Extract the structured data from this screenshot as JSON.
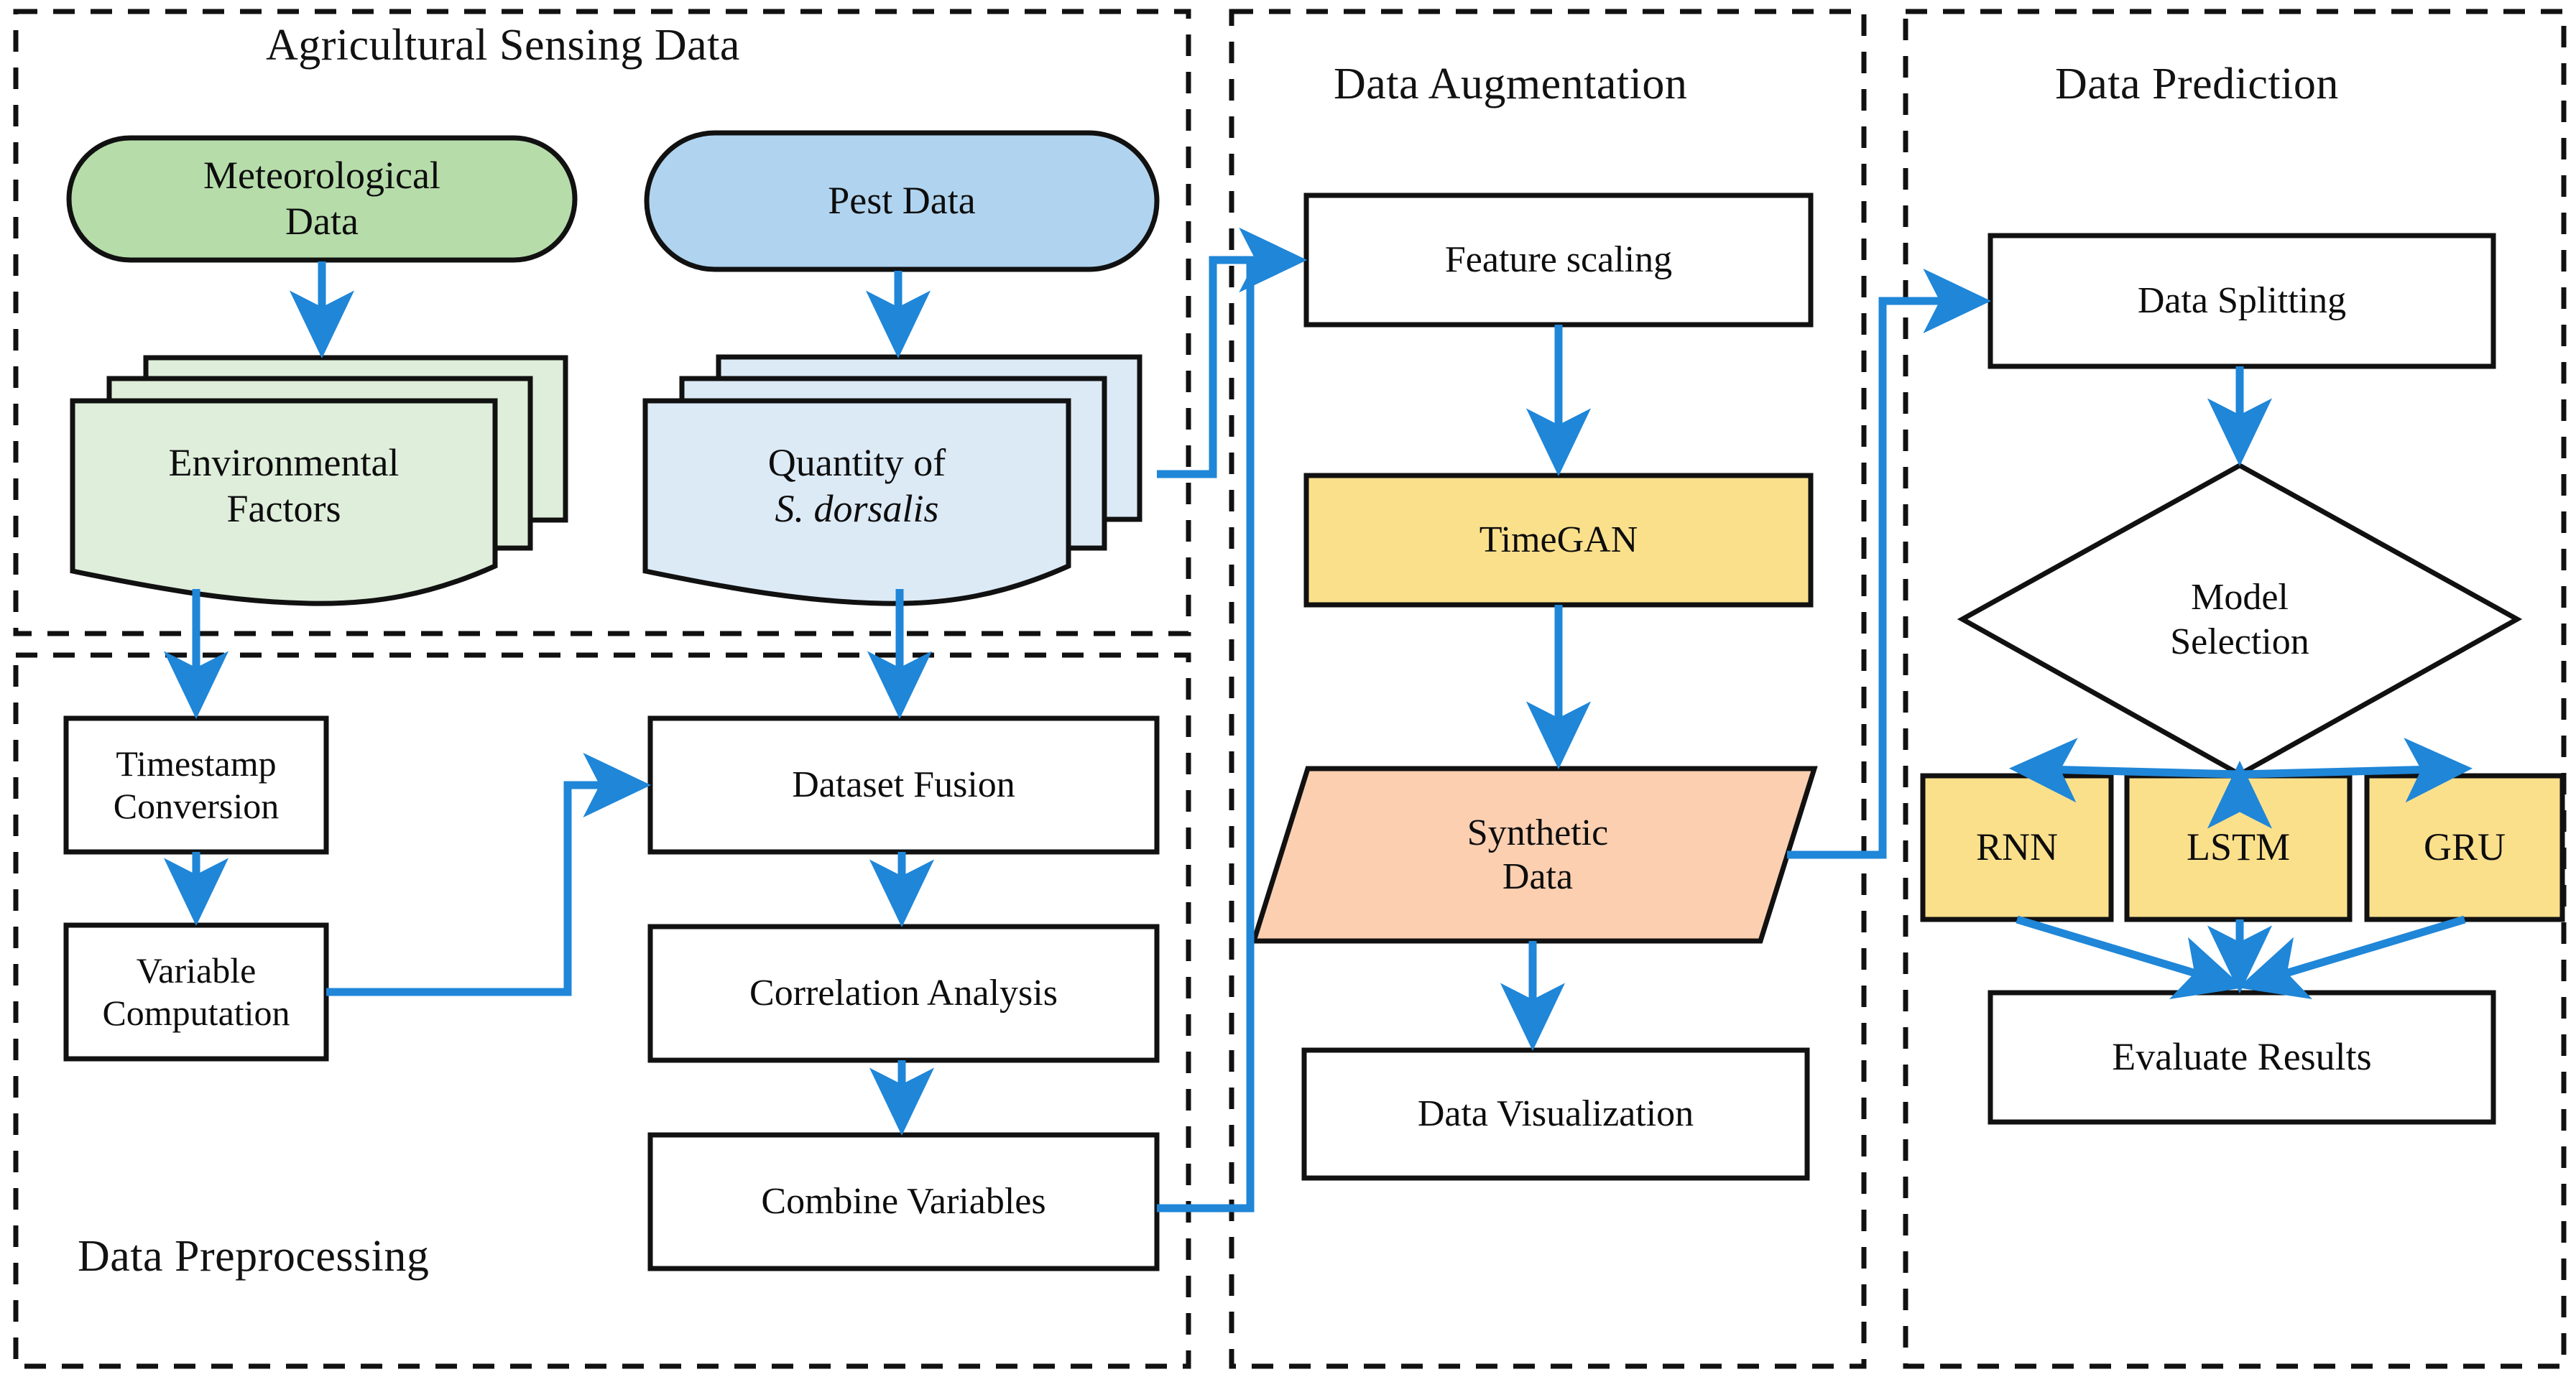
{
  "colors": {
    "arrow": "#1f86d8",
    "panel_border": "#111111",
    "shape_border": "#111111",
    "green_fill": "#b6dcaa",
    "green_doc_fill": "#dfeedb",
    "blue_fill": "#b0d4ef",
    "blue_doc_fill": "#dceaf6",
    "yellow_fill": "#fbe08c",
    "peach_fill": "#fbcfb0",
    "white_fill": "#ffffff",
    "text": "#0d0d0d"
  },
  "panels": [
    {
      "id": "agricultural-sensing-data",
      "title": "Agricultural Sensing Data"
    },
    {
      "id": "data-preprocessing",
      "title": "Data Preprocessing"
    },
    {
      "id": "data-augmentation",
      "title": "Data Augmentation"
    },
    {
      "id": "data-prediction",
      "title": "Data Prediction"
    }
  ],
  "nodes": {
    "meteorological_data": {
      "label": "Meteorological\nData",
      "shape": "stadium",
      "fill": "green"
    },
    "pest_data": {
      "label": "Pest Data",
      "shape": "stadium",
      "fill": "blue"
    },
    "environmental_factors": {
      "label": "Environmental\nFactors",
      "shape": "multidocument",
      "fill": "green"
    },
    "quantity_s_dorsalis": {
      "label_line1": "Quantity of",
      "label_line2": "S. dorsalis",
      "shape": "multidocument",
      "fill": "blue"
    },
    "timestamp_conversion": {
      "label": "Timestamp\nConversion",
      "shape": "process",
      "fill": "white"
    },
    "variable_computation": {
      "label": "Variable Computation",
      "shape": "process",
      "fill": "white"
    },
    "dataset_fusion": {
      "label": "Dataset  Fusion",
      "shape": "process",
      "fill": "white"
    },
    "correlation_analysis": {
      "label": "Correlation  Analysis",
      "shape": "process",
      "fill": "white"
    },
    "combine_variables": {
      "label": "Combine  Variables",
      "shape": "process",
      "fill": "white"
    },
    "feature_scaling": {
      "label": "Feature scaling",
      "shape": "process",
      "fill": "white"
    },
    "timegan": {
      "label": "TimeGAN",
      "shape": "process",
      "fill": "yellow"
    },
    "synthetic_data": {
      "label": "Synthetic\nData",
      "shape": "parallelogram",
      "fill": "peach"
    },
    "data_visualization": {
      "label": "Data Visualization",
      "shape": "process",
      "fill": "white"
    },
    "data_splitting": {
      "label": "Data Splitting",
      "shape": "process",
      "fill": "white"
    },
    "model_selection": {
      "label": "Model\nSelection",
      "shape": "diamond",
      "fill": "white"
    },
    "rnn": {
      "label": "RNN",
      "shape": "process",
      "fill": "yellow"
    },
    "lstm": {
      "label": "LSTM",
      "shape": "process",
      "fill": "yellow"
    },
    "gru": {
      "label": "GRU",
      "shape": "process",
      "fill": "yellow"
    },
    "evaluate_results": {
      "label": "Evaluate Results",
      "shape": "process",
      "fill": "white"
    }
  },
  "edges": [
    {
      "from": "meteorological_data",
      "to": "environmental_factors"
    },
    {
      "from": "pest_data",
      "to": "quantity_s_dorsalis"
    },
    {
      "from": "environmental_factors",
      "to": "timestamp_conversion"
    },
    {
      "from": "quantity_s_dorsalis",
      "to": "dataset_fusion"
    },
    {
      "from": "timestamp_conversion",
      "to": "variable_computation"
    },
    {
      "from": "variable_computation",
      "to": "dataset_fusion"
    },
    {
      "from": "dataset_fusion",
      "to": "correlation_analysis"
    },
    {
      "from": "correlation_analysis",
      "to": "combine_variables"
    },
    {
      "from": "quantity_s_dorsalis",
      "to": "feature_scaling"
    },
    {
      "from": "combine_variables",
      "to": "feature_scaling"
    },
    {
      "from": "feature_scaling",
      "to": "timegan"
    },
    {
      "from": "timegan",
      "to": "synthetic_data"
    },
    {
      "from": "synthetic_data",
      "to": "data_visualization"
    },
    {
      "from": "synthetic_data",
      "to": "data_splitting"
    },
    {
      "from": "data_splitting",
      "to": "model_selection"
    },
    {
      "from": "model_selection",
      "to": "rnn"
    },
    {
      "from": "model_selection",
      "to": "lstm"
    },
    {
      "from": "model_selection",
      "to": "gru"
    },
    {
      "from": "rnn",
      "to": "evaluate_results"
    },
    {
      "from": "lstm",
      "to": "evaluate_results"
    },
    {
      "from": "gru",
      "to": "evaluate_results"
    }
  ]
}
